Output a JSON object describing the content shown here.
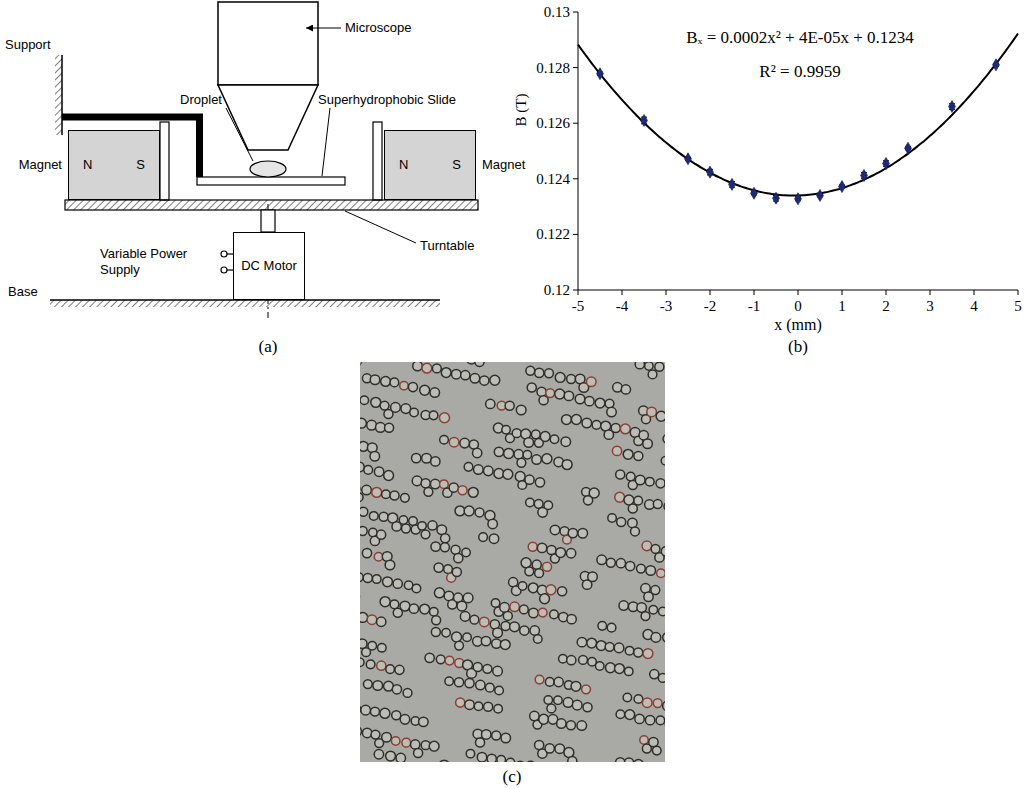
{
  "diagram": {
    "nodes": [
      {
        "text": [
          "Magnet",
          "N",
          "S"
        ]
      },
      {
        "text": [
          "Magnet",
          "N",
          "S"
        ]
      },
      {
        "text": [
          "DC Motor"
        ]
      }
    ],
    "labels": [
      "Support",
      "Microscope",
      "Droplet",
      "Superhydrophobic Slide",
      "Turntable",
      "Variable Power Supply",
      "Base",
      "(a)",
      "Bₓ = 0.0002x² + 4E-05x + 0.1234",
      "R² = 0.9959",
      "0.13",
      "0.128",
      "0.126",
      "0.124",
      "0.122",
      "0.12",
      "B (T)",
      "-5",
      "-4",
      "-3",
      "-2",
      "-1",
      "0",
      "1",
      "2",
      "3",
      "4",
      "5",
      "x (mm)",
      "(b)",
      "(c)"
    ]
  }
}
